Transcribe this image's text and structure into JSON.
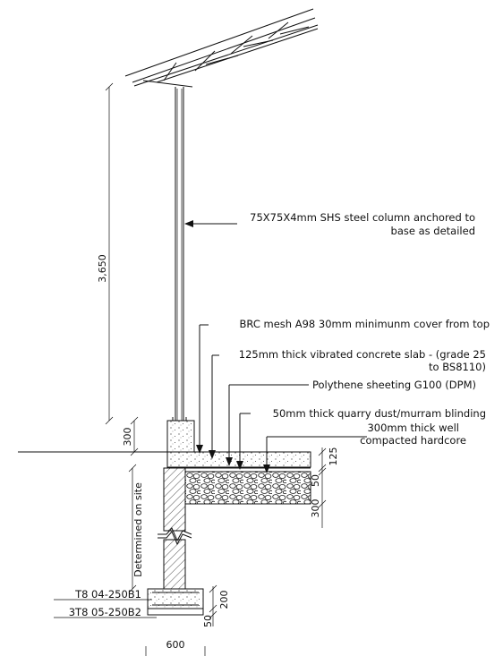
{
  "annotations": {
    "column": [
      "75X75X4mm SHS steel column anchored to",
      "base as detailed"
    ],
    "mesh": "BRC mesh A98 30mm minimunm cover from top",
    "slab": [
      "125mm thick vibrated concrete slab - (grade 25",
      "to BS8110)"
    ],
    "dpm": "Polythene sheeting G100 (DPM)",
    "blinding": "50mm thick quarry dust/murram blinding",
    "hardcore": [
      "300mm thick well",
      "compacted hardcore"
    ],
    "footing_top_rebar": "T8 04-250B1",
    "footing_bottom_rebar": "3T8 05-250B2"
  },
  "dimensions": {
    "column_height": "3,650",
    "plinth_height": "300",
    "depth": "Determined on site",
    "slab_thickness": "125",
    "blinding_thickness": "50",
    "hardcore_thickness": "300",
    "footing_depth": "200",
    "footing_blinding": "50",
    "footing_width": "600"
  },
  "colors": {
    "line": "#111111",
    "background": "#ffffff"
  }
}
